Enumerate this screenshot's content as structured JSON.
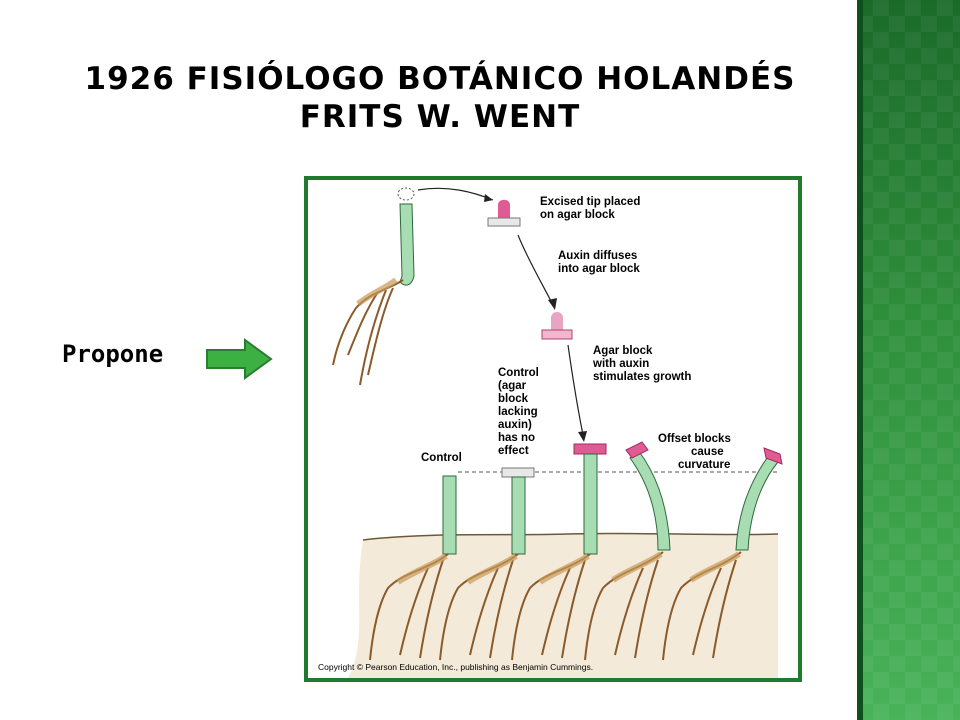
{
  "slide": {
    "title_line1": "1926  FISIÓLOGO BOTÁNICO HOLANDÉS",
    "title_line2": "FRITS W. WENT",
    "side_label": "Propone",
    "accent_color": "#2e8b3a",
    "arrow_color": "#3cb043"
  },
  "figure": {
    "label_excised_1": "Excised tip placed",
    "label_excised_2": "on agar block",
    "label_diffuses_1": "Auxin diffuses",
    "label_diffuses_2": "into agar block",
    "label_agar_1": "Agar block",
    "label_agar_2": "with auxin",
    "label_agar_3": "stimulates growth",
    "label_ctrl2_1": "Control",
    "label_ctrl2_2": "(agar",
    "label_ctrl2_3": "block",
    "label_ctrl2_4": "lacking",
    "label_ctrl2_5": "auxin)",
    "label_ctrl2_6": "has no",
    "label_ctrl2_7": "effect",
    "label_control": "Control",
    "label_offset_1": "Offset blocks",
    "label_offset_2": "cause",
    "label_offset_3": "curvature",
    "copyright": "Copyright © Pearson Education, Inc., publishing as Benjamin Cummings."
  }
}
